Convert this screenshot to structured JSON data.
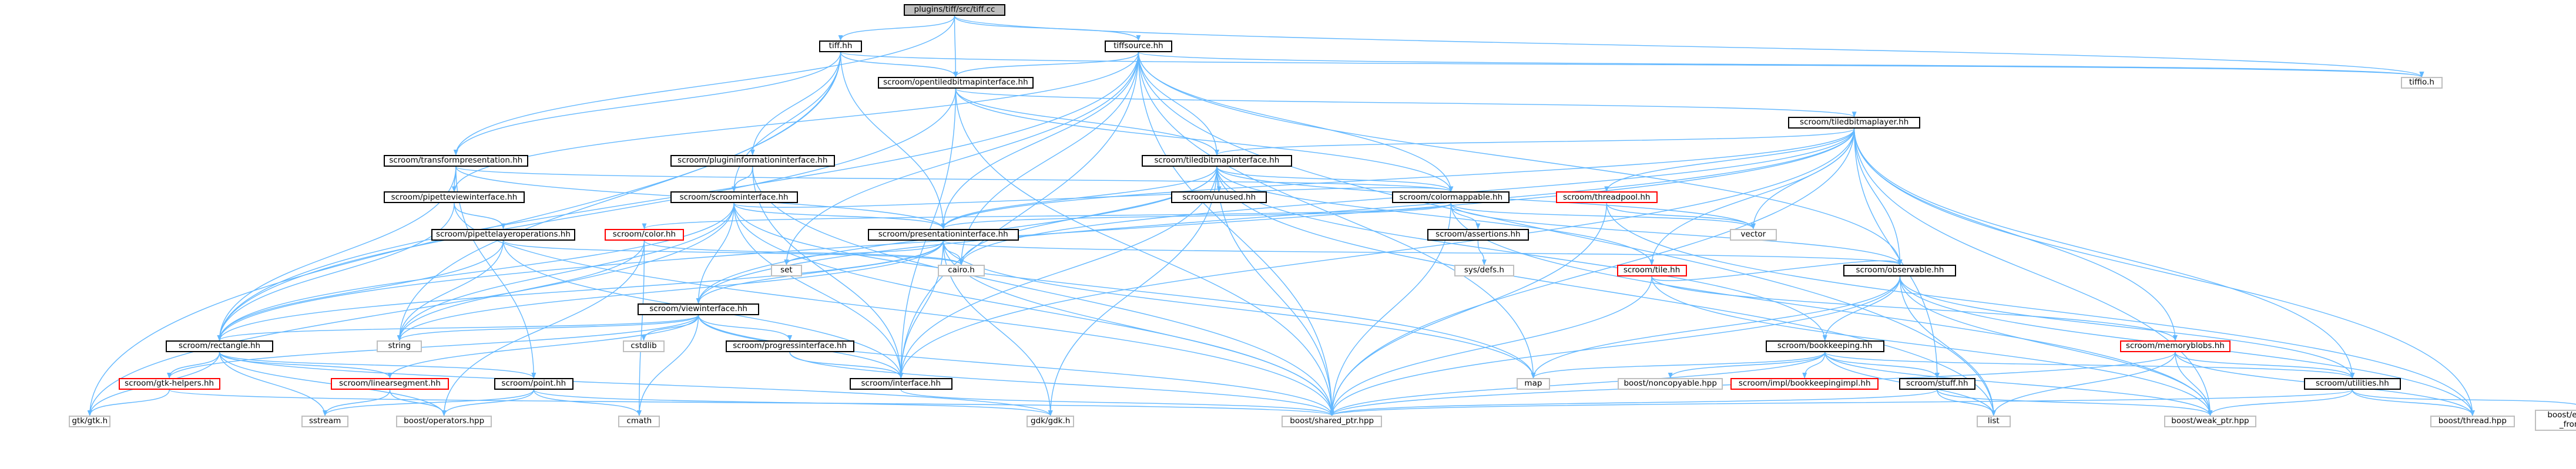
{
  "diagram": {
    "nodes": [
      {
        "id": "root",
        "label": "plugins/tiff/src/tiff.cc",
        "style": "root"
      },
      {
        "id": "tiff",
        "label": "tiff.hh",
        "style": "normal"
      },
      {
        "id": "tiffsource",
        "label": "tiffsource.hh",
        "style": "normal"
      },
      {
        "id": "tiffio",
        "label": "tiffio.h",
        "style": "ext"
      },
      {
        "id": "opentiled",
        "label": "scroom/opentiledbitmapinterface.hh",
        "style": "normal"
      },
      {
        "id": "tiledbitmaplayer",
        "label": "scroom/tiledbitmaplayer.hh",
        "style": "normal"
      },
      {
        "id": "transformpres",
        "label": "scroom/transformpresentation.hh",
        "style": "normal"
      },
      {
        "id": "plugininfo",
        "label": "scroom/plugininformationinterface.hh",
        "style": "normal"
      },
      {
        "id": "tiledbitmapif",
        "label": "scroom/tiledbitmapinterface.hh",
        "style": "normal"
      },
      {
        "id": "pipetteview",
        "label": "scroom/pipetteviewinterface.hh",
        "style": "normal"
      },
      {
        "id": "scroomif",
        "label": "scroom/scroominterface.hh",
        "style": "normal"
      },
      {
        "id": "unused",
        "label": "scroom/unused.hh",
        "style": "normal"
      },
      {
        "id": "colormappable",
        "label": "scroom/colormappable.hh",
        "style": "normal"
      },
      {
        "id": "threadpool",
        "label": "scroom/threadpool.hh",
        "style": "red"
      },
      {
        "id": "pipettelayer",
        "label": "scroom/pipettelayeroperations.hh",
        "style": "normal"
      },
      {
        "id": "color",
        "label": "scroom/color.hh",
        "style": "red"
      },
      {
        "id": "presentationif",
        "label": "scroom/presentationinterface.hh",
        "style": "normal"
      },
      {
        "id": "assertions",
        "label": "scroom/assertions.hh",
        "style": "normal"
      },
      {
        "id": "vector",
        "label": "vector",
        "style": "ext"
      },
      {
        "id": "set",
        "label": "set",
        "style": "ext"
      },
      {
        "id": "cairo",
        "label": "cairo.h",
        "style": "ext"
      },
      {
        "id": "tile",
        "label": "scroom/tile.hh",
        "style": "red"
      },
      {
        "id": "observable",
        "label": "scroom/observable.hh",
        "style": "normal"
      },
      {
        "id": "sysdefs",
        "label": "sys/defs.h",
        "style": "ext"
      },
      {
        "id": "viewif",
        "label": "scroom/viewinterface.hh",
        "style": "normal"
      },
      {
        "id": "string",
        "label": "string",
        "style": "ext"
      },
      {
        "id": "cstdlib",
        "label": "cstdlib",
        "style": "ext"
      },
      {
        "id": "progressif",
        "label": "scroom/progressinterface.hh",
        "style": "normal"
      },
      {
        "id": "rectangle",
        "label": "scroom/rectangle.hh",
        "style": "normal"
      },
      {
        "id": "bookkeeping",
        "label": "scroom/bookkeeping.hh",
        "style": "normal"
      },
      {
        "id": "memoryblobs",
        "label": "scroom/memoryblobs.hh",
        "style": "red"
      },
      {
        "id": "gtkhelpers",
        "label": "scroom/gtk-helpers.hh",
        "style": "red"
      },
      {
        "id": "linesegment",
        "label": "scroom/linearsegment.hh",
        "style": "red"
      },
      {
        "id": "point",
        "label": "scroom/point.hh",
        "style": "normal"
      },
      {
        "id": "interface",
        "label": "scroom/interface.hh",
        "style": "normal"
      },
      {
        "id": "map",
        "label": "map",
        "style": "ext"
      },
      {
        "id": "noncopyable",
        "label": "boost/noncopyable.hpp",
        "style": "ext"
      },
      {
        "id": "bkimpl",
        "label": "scroom/impl/bookkeepingimpl.hh",
        "style": "red"
      },
      {
        "id": "stuff",
        "label": "scroom/stuff.hh",
        "style": "normal"
      },
      {
        "id": "utilities",
        "label": "scroom/utilities.hh",
        "style": "normal"
      },
      {
        "id": "gtkh",
        "label": "gtk/gtk.h",
        "style": "ext"
      },
      {
        "id": "sstream",
        "label": "sstream",
        "style": "ext"
      },
      {
        "id": "operators",
        "label": "boost/operators.hpp",
        "style": "ext"
      },
      {
        "id": "cmath",
        "label": "cmath",
        "style": "ext"
      },
      {
        "id": "gdkh",
        "label": "gdk/gdk.h",
        "style": "ext"
      },
      {
        "id": "sharedptr",
        "label": "boost/shared_ptr.hpp",
        "style": "ext"
      },
      {
        "id": "list",
        "label": "list",
        "style": "ext"
      },
      {
        "id": "weakptr",
        "label": "boost/weak_ptr.hpp",
        "style": "ext"
      },
      {
        "id": "thread",
        "label": "boost/thread.hpp",
        "style": "ext"
      },
      {
        "id": "enableshared",
        "label": "boost/enable_shared _from_this.hpp",
        "style": "ext"
      }
    ],
    "edges": [
      [
        "root",
        "tiff"
      ],
      [
        "root",
        "tiffsource"
      ],
      [
        "root",
        "opentiled"
      ],
      [
        "root",
        "transformpres"
      ],
      [
        "root",
        "tiffio"
      ],
      [
        "tiff",
        "opentiled"
      ],
      [
        "tiff",
        "transformpres"
      ],
      [
        "tiff",
        "plugininfo"
      ],
      [
        "tiff",
        "scroomif"
      ],
      [
        "tiff",
        "presentationif"
      ],
      [
        "tiff",
        "string"
      ],
      [
        "tiff",
        "gtkh"
      ],
      [
        "tiff",
        "tiffio"
      ],
      [
        "tiffsource",
        "tiffio"
      ],
      [
        "tiffsource",
        "opentiled"
      ],
      [
        "tiffsource",
        "tiledbitmapif"
      ],
      [
        "tiffsource",
        "colormappable"
      ],
      [
        "tiffsource",
        "presentationif"
      ],
      [
        "tiffsource",
        "pipetteview"
      ],
      [
        "tiffsource",
        "observable"
      ],
      [
        "tiffsource",
        "rectangle"
      ],
      [
        "tiffsource",
        "map"
      ],
      [
        "tiffsource",
        "list"
      ],
      [
        "tiffsource",
        "set"
      ],
      [
        "tiffsource",
        "cairo"
      ],
      [
        "tiffsource",
        "interface"
      ],
      [
        "tiffsource",
        "sharedptr"
      ],
      [
        "opentiled",
        "tiledbitmaplayer"
      ],
      [
        "opentiled",
        "tiledbitmapif"
      ],
      [
        "opentiled",
        "colormappable"
      ],
      [
        "opentiled",
        "interface"
      ],
      [
        "opentiled",
        "sharedptr"
      ],
      [
        "opentiled",
        "rectangle"
      ],
      [
        "tiledbitmaplayer",
        "tiledbitmapif"
      ],
      [
        "tiledbitmaplayer",
        "threadpool"
      ],
      [
        "tiledbitmaplayer",
        "observable"
      ],
      [
        "tiledbitmaplayer",
        "memoryblobs"
      ],
      [
        "tiledbitmaplayer",
        "utilities"
      ],
      [
        "tiledbitmaplayer",
        "tile"
      ],
      [
        "tiledbitmaplayer",
        "stuff"
      ],
      [
        "tiledbitmaplayer",
        "vector"
      ],
      [
        "tiledbitmaplayer",
        "sharedptr"
      ],
      [
        "tiledbitmaplayer",
        "presentationif"
      ],
      [
        "tiledbitmaplayer",
        "viewif"
      ],
      [
        "tiledbitmaplayer",
        "cairo"
      ],
      [
        "tiledbitmaplayer",
        "thread"
      ],
      [
        "tiledbitmaplayer",
        "weakptr"
      ],
      [
        "tiledbitmaplayer",
        "rectangle"
      ],
      [
        "tiledbitmaplayer",
        "interface"
      ],
      [
        "transformpres",
        "presentationif"
      ],
      [
        "transformpres",
        "pipetteview"
      ],
      [
        "transformpres",
        "colormappable"
      ],
      [
        "transformpres",
        "point"
      ],
      [
        "transformpres",
        "rectangle"
      ],
      [
        "plugininfo",
        "scroomif"
      ],
      [
        "plugininfo",
        "interface"
      ],
      [
        "plugininfo",
        "sharedptr"
      ],
      [
        "tiledbitmapif",
        "presentationif"
      ],
      [
        "tiledbitmapif",
        "unused"
      ],
      [
        "tiledbitmapif",
        "colormappable"
      ],
      [
        "tiledbitmapif",
        "tile"
      ],
      [
        "tiledbitmapif",
        "viewif"
      ],
      [
        "tiledbitmapif",
        "gdkh"
      ],
      [
        "tiledbitmapif",
        "vector"
      ],
      [
        "tiledbitmapif",
        "interface"
      ],
      [
        "tiledbitmapif",
        "sharedptr"
      ],
      [
        "tiledbitmapif",
        "list"
      ],
      [
        "tiledbitmapif",
        "bookkeeping"
      ],
      [
        "tiledbitmapif",
        "cairo"
      ],
      [
        "pipetteview",
        "pipettelayer"
      ],
      [
        "pipetteview",
        "rectangle"
      ],
      [
        "pipetteview",
        "sharedptr"
      ],
      [
        "scroomif",
        "presentationif"
      ],
      [
        "scroomif",
        "colormappable"
      ],
      [
        "scroomif",
        "viewif"
      ],
      [
        "scroomif",
        "gtkh"
      ],
      [
        "scroomif",
        "rectangle"
      ],
      [
        "scroomif",
        "sharedptr"
      ],
      [
        "scroomif",
        "map"
      ],
      [
        "scroomif",
        "interface"
      ],
      [
        "scroomif",
        "string"
      ],
      [
        "colormappable",
        "color"
      ],
      [
        "colormappable",
        "assertions"
      ],
      [
        "colormappable",
        "observable"
      ],
      [
        "colormappable",
        "vector"
      ],
      [
        "colormappable",
        "sharedptr"
      ],
      [
        "colormappable",
        "weakptr"
      ],
      [
        "colormappable",
        "presentationif"
      ],
      [
        "threadpool",
        "vector"
      ],
      [
        "threadpool",
        "thread"
      ],
      [
        "threadpool",
        "sharedptr"
      ],
      [
        "pipettelayer",
        "rectangle"
      ],
      [
        "pipettelayer",
        "cairo"
      ],
      [
        "pipettelayer",
        "string"
      ],
      [
        "pipettelayer",
        "interface"
      ],
      [
        "color",
        "cairo"
      ],
      [
        "color",
        "operators"
      ],
      [
        "color",
        "cmath"
      ],
      [
        "color",
        "string"
      ],
      [
        "presentationif",
        "viewif"
      ],
      [
        "presentationif",
        "observable"
      ],
      [
        "presentationif",
        "rectangle"
      ],
      [
        "presentationif",
        "set"
      ],
      [
        "presentationif",
        "cairo"
      ],
      [
        "presentationif",
        "gdkh"
      ],
      [
        "presentationif",
        "interface"
      ],
      [
        "presentationif",
        "sharedptr"
      ],
      [
        "presentationif",
        "string"
      ],
      [
        "presentationif",
        "map"
      ],
      [
        "assertions",
        "sysdefs"
      ],
      [
        "tile",
        "memoryblobs"
      ],
      [
        "tile",
        "weakptr"
      ],
      [
        "tile",
        "sharedptr"
      ],
      [
        "tile",
        "observable"
      ],
      [
        "observable",
        "bookkeeping"
      ],
      [
        "observable",
        "utilities"
      ],
      [
        "observable",
        "list"
      ],
      [
        "observable",
        "map"
      ],
      [
        "observable",
        "sharedptr"
      ],
      [
        "observable",
        "weakptr"
      ],
      [
        "observable",
        "thread"
      ],
      [
        "viewif",
        "progressif"
      ],
      [
        "viewif",
        "rectangle"
      ],
      [
        "viewif",
        "gtkhelpers"
      ],
      [
        "viewif",
        "linesegment"
      ],
      [
        "viewif",
        "cstdlib"
      ],
      [
        "viewif",
        "string"
      ],
      [
        "viewif",
        "cmath"
      ],
      [
        "viewif",
        "interface"
      ],
      [
        "viewif",
        "sharedptr"
      ],
      [
        "progressif",
        "interface"
      ],
      [
        "progressif",
        "sharedptr"
      ],
      [
        "rectangle",
        "gtkhelpers"
      ],
      [
        "rectangle",
        "linesegment"
      ],
      [
        "rectangle",
        "point"
      ],
      [
        "rectangle",
        "sstream"
      ],
      [
        "rectangle",
        "operators"
      ],
      [
        "rectangle",
        "gdkh"
      ],
      [
        "rectangle",
        "gtkh"
      ],
      [
        "bookkeeping",
        "map"
      ],
      [
        "bookkeeping",
        "noncopyable"
      ],
      [
        "bookkeeping",
        "bkimpl"
      ],
      [
        "bookkeeping",
        "stuff"
      ],
      [
        "bookkeeping",
        "utilities"
      ],
      [
        "bookkeeping",
        "sharedptr"
      ],
      [
        "bookkeeping",
        "weakptr"
      ],
      [
        "bookkeeping",
        "list"
      ],
      [
        "memoryblobs",
        "utilities"
      ],
      [
        "memoryblobs",
        "sharedptr"
      ],
      [
        "memoryblobs",
        "weakptr"
      ],
      [
        "memoryblobs",
        "list"
      ],
      [
        "memoryblobs",
        "thread"
      ],
      [
        "gtkhelpers",
        "gtkh"
      ],
      [
        "gtkhelpers",
        "sharedptr"
      ],
      [
        "linesegment",
        "operators"
      ],
      [
        "linesegment",
        "sstream"
      ],
      [
        "point",
        "operators"
      ],
      [
        "point",
        "cmath"
      ],
      [
        "point",
        "gdkh"
      ],
      [
        "point",
        "sstream"
      ],
      [
        "interface",
        "sharedptr"
      ],
      [
        "stuff",
        "sharedptr"
      ],
      [
        "stuff",
        "list"
      ],
      [
        "stuff",
        "weakptr"
      ],
      [
        "utilities",
        "thread"
      ],
      [
        "utilities",
        "enableshared"
      ],
      [
        "utilities",
        "sharedptr"
      ],
      [
        "utilities",
        "weakptr"
      ]
    ]
  }
}
